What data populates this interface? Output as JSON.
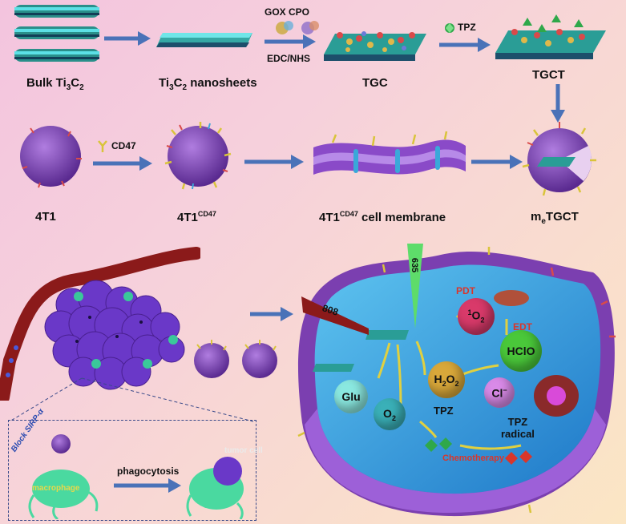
{
  "row1": {
    "bulk": {
      "main": "Bulk Ti",
      "s1": "3",
      "mid": "C",
      "s2": "2"
    },
    "nanosheet": {
      "main": "Ti",
      "s1": "3",
      "mid": "C",
      "s2": "2",
      "tail": " nanosheets"
    },
    "enzymes": "GOX CPO",
    "coupling": "EDC/NHS",
    "tgc": "TGC",
    "drug": "TPZ",
    "tgct": "TGCT"
  },
  "row2": {
    "cell": "4T1",
    "cd47_marker": "CD47",
    "cell_cd47": {
      "main": "4T1",
      "sup": "CD47"
    },
    "membrane": {
      "main": "4T1",
      "sup": "CD47",
      "tail": " cell membrane"
    },
    "final": {
      "main": "m",
      "sub": "e",
      "tail": "TGCT"
    }
  },
  "inset": {
    "block": "Block SIRP-α",
    "macrophage": "macrophage",
    "tumor_cell": "tumor cell",
    "phago": "phagocytosis"
  },
  "cell_interior": {
    "laser808": "808",
    "laser635": "635",
    "pdt": "PDT",
    "edt": "EDT",
    "singlet_o2": {
      "sup": "1",
      "main": "O",
      "sub": "2"
    },
    "hclo": "HClO",
    "h2o2": {
      "main": "H",
      "s1": "2",
      "mid": "O",
      "s2": "2"
    },
    "chloride": {
      "main": "Cl",
      "sup": "−"
    },
    "glu": "Glu",
    "o2": {
      "main": "O",
      "sub": "2"
    },
    "tpz": "TPZ",
    "tpz_radical": [
      "TPZ",
      "radical"
    ],
    "chemo": "Chemotherapy"
  },
  "colors": {
    "arrow": "#4a72b8",
    "membrane": "#7b3fb0",
    "cell_water": "#2e8fd8",
    "vessel": "#8b1a1a",
    "chemo_text": "#d9362b",
    "pdt_text": "#d9362b"
  }
}
